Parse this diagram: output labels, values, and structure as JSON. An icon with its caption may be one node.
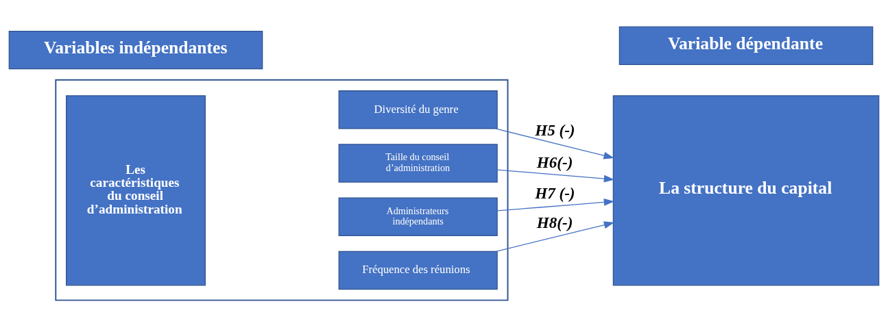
{
  "diagram": {
    "nodes": [
      {
        "text": [
          "Variables indépendantes"
        ]
      },
      {
        "text": [
          "Variable dépendante"
        ]
      },
      {
        "text": [],
        "shape": "box"
      },
      {
        "text": [
          "Les caractéristiques du conseil d’administration"
        ],
        "in": 2
      },
      {
        "text": [
          "Diversité du genre"
        ],
        "in": 2
      },
      {
        "text": [
          "Taille du conseil d’administration"
        ],
        "in": 2
      },
      {
        "text": [
          "Administrateurs indépendants"
        ],
        "in": 2
      },
      {
        "text": [
          "Fréquence des réunions"
        ],
        "in": 2
      },
      {
        "text": [
          "La structure du capital"
        ]
      }
    ],
    "edges": [
      {
        "from": 4,
        "to": 8,
        "arrow": "to",
        "label": "H5 (-)"
      },
      {
        "from": 5,
        "to": 8,
        "arrow": "to",
        "label": "H6(-)"
      },
      {
        "from": 6,
        "to": 8,
        "arrow": "to",
        "label": "H7 (-)"
      },
      {
        "from": 7,
        "to": 8,
        "arrow": "to",
        "label": "H8(-)"
      }
    ]
  }
}
